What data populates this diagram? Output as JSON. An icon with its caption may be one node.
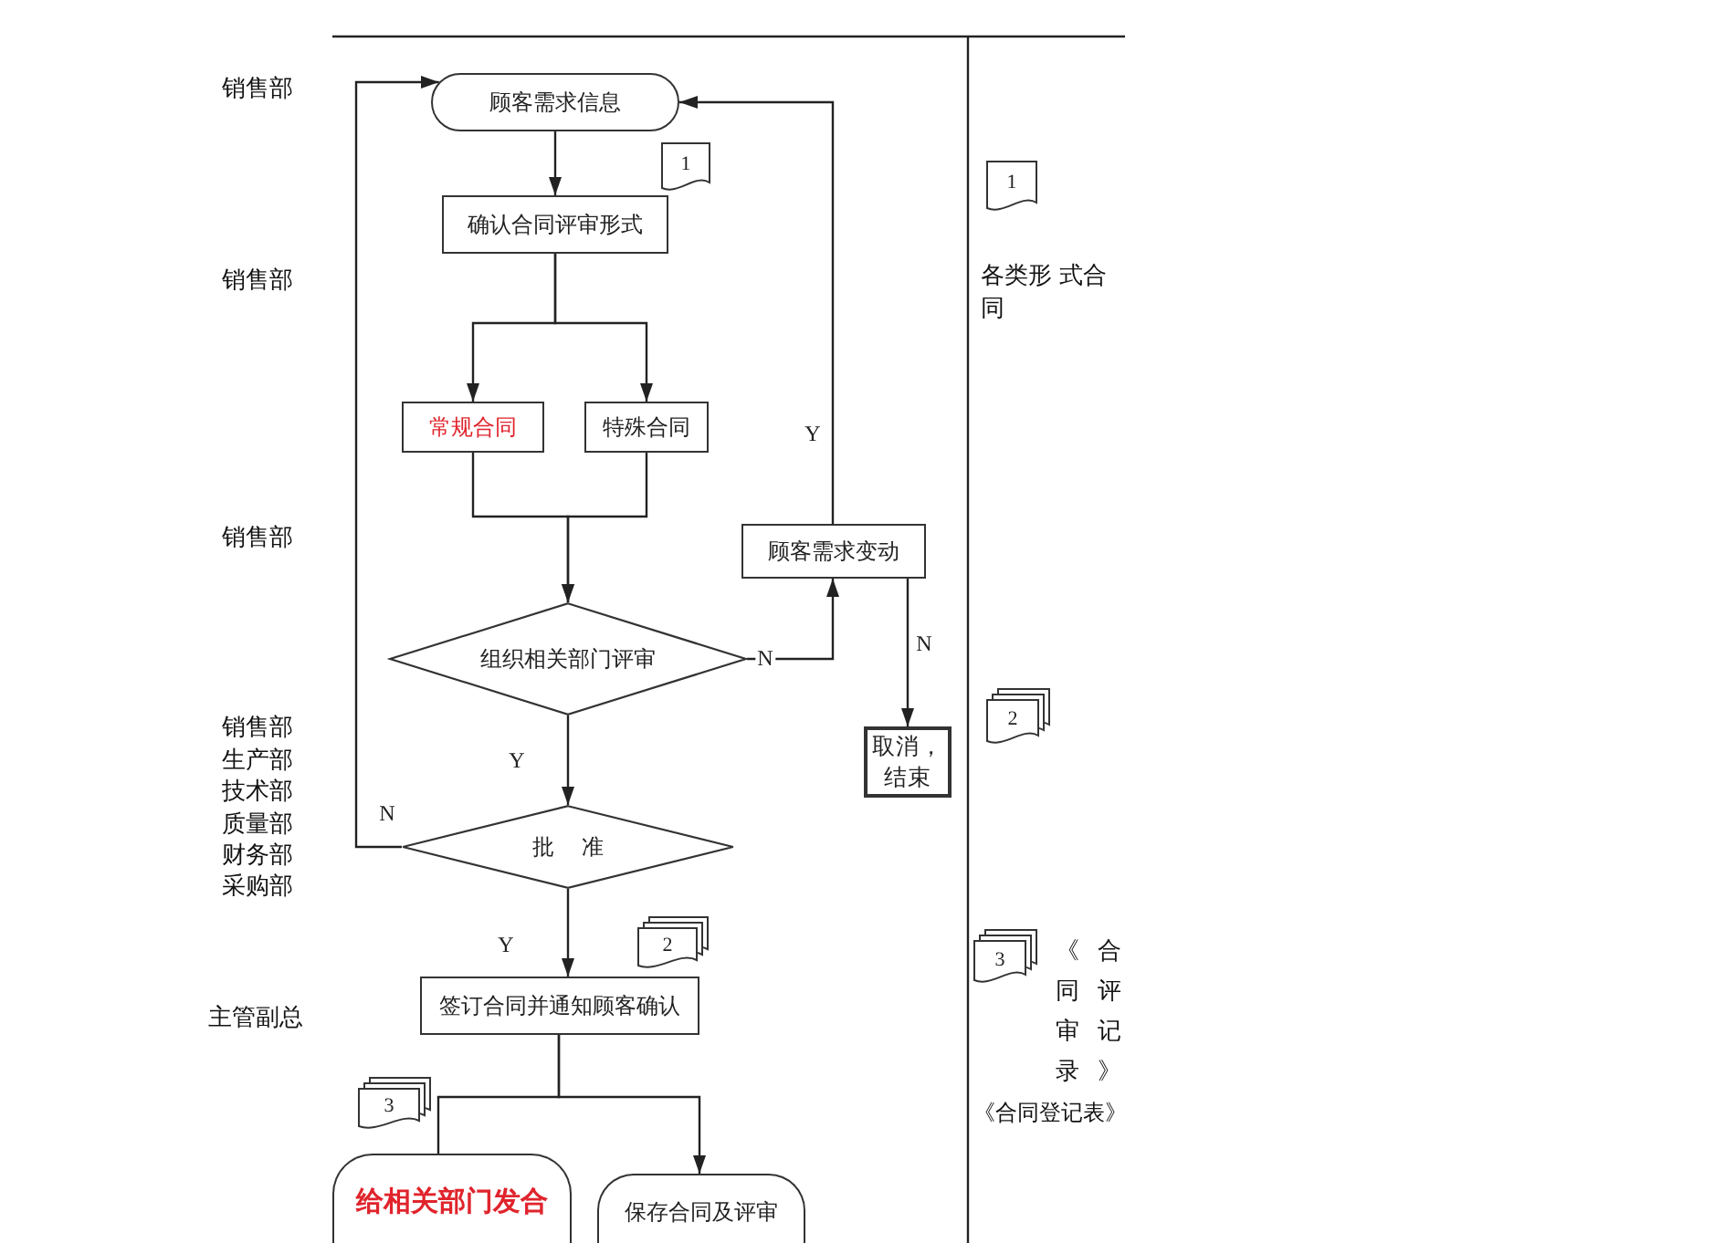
{
  "diagram": {
    "nodes": [
      {
        "text": [
          "顾客需求信息"
        ]
      },
      {
        "text": [
          "1"
        ]
      },
      {
        "text": [
          "确认合同评审形式"
        ]
      },
      {
        "text": [
          "常规合同"
        ]
      },
      {
        "text": [
          "特殊合同"
        ]
      },
      {
        "text": [
          "顾客需求变动"
        ]
      },
      {
        "text": [
          "组织相关部门评审"
        ]
      },
      {
        "text": [
          "取消，结束"
        ]
      },
      {
        "text": [
          "批 准"
        ]
      },
      {
        "text": [
          "2"
        ]
      },
      {
        "text": [
          "签订合同并通知顾客确认"
        ]
      },
      {
        "text": [
          "3"
        ]
      },
      {
        "text": [
          "给相关部门发合"
        ]
      },
      {
        "text": [
          "保存合同及评审"
        ]
      },
      {
        "text": [
          "1"
        ]
      },
      {
        "text": [
          "2"
        ]
      },
      {
        "text": [
          "3"
        ]
      }
    ],
    "edges": [
      {
        "from": 0,
        "to": 2,
        "arrow": "to"
      },
      {
        "from": 2,
        "to": 3,
        "arrow": "to"
      },
      {
        "from": 2,
        "to": 4,
        "arrow": "to"
      },
      {
        "from": 3,
        "to": 6,
        "arrow": "to"
      },
      {
        "from": 4,
        "to": 6,
        "arrow": "to"
      },
      {
        "from": 6,
        "to": 5,
        "arrow": "to",
        "label": "N"
      },
      {
        "from": 5,
        "to": 0,
        "arrow": "to",
        "label": "Y"
      },
      {
        "from": 5,
        "to": 7,
        "arrow": "to",
        "label": "N"
      },
      {
        "from": 6,
        "to": 8,
        "arrow": "to",
        "label": "Y"
      },
      {
        "from": 8,
        "to": 0,
        "arrow": "to",
        "label": "N"
      },
      {
        "from": 8,
        "to": 10,
        "arrow": "to",
        "label": "Y"
      },
      {
        "from": 10,
        "to": 13,
        "arrow": "to"
      },
      {
        "from": 10,
        "to": 12,
        "arrow": "none"
      }
    ],
    "labels": [
      "销售部",
      "销售部",
      "销售部",
      "销售部",
      "生产部",
      "技术部",
      "质量部",
      "财务部",
      "采购部",
      "主管副总",
      "各类形 式合同",
      "《合同评审记录》",
      "《合同登记表》"
    ]
  }
}
